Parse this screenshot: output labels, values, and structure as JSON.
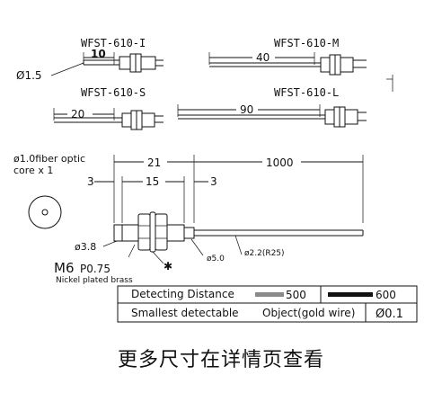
{
  "models": {
    "i": {
      "name": "WFST-610-I",
      "dim": "10",
      "dia": "Ø1.5"
    },
    "m": {
      "name": "WFST-610-M",
      "dim": "40"
    },
    "s": {
      "name": "WFST-610-S",
      "dim": "20"
    },
    "l": {
      "name": "WFST-610-L",
      "dim": "90"
    }
  },
  "fiber_note": {
    "line1": "ø1.0fiber optic",
    "line2": "core x 1"
  },
  "dims": {
    "d21": "21",
    "d1000": "1000",
    "d3_left": "3",
    "d15": "15",
    "d3_right": "3",
    "d38": "ø3.8",
    "d50": "ø5.0",
    "d22": "ø2.2(R25)",
    "hex": "✱"
  },
  "thread": {
    "main": "M6",
    "pitch": "P0.75",
    "material": "Nickel plated brass"
  },
  "table": {
    "row1_label": "Detecting  Distance",
    "val500": "500",
    "val600": "600",
    "row2_label": "Smallest  detectable",
    "row2_object": "Object(gold wire)",
    "row2_value": "Ø0.1"
  },
  "caption": "更多尺寸在详情页查看",
  "colors": {
    "gray_bar": "#8a8a8a",
    "black_bar": "#111111"
  }
}
